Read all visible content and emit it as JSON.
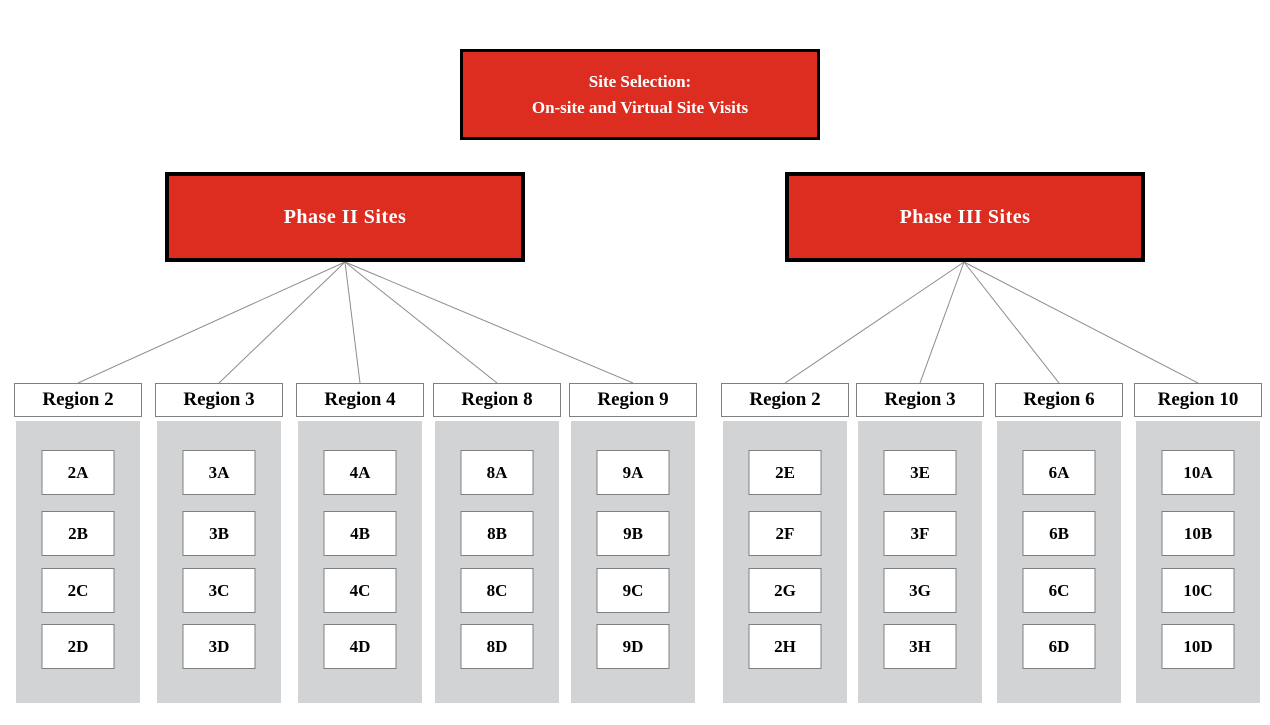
{
  "colors": {
    "node_red": "#DD2D21",
    "node_border_black": "#000000",
    "column_gray": "#D1D3D4",
    "box_border_gray": "#7F7F7F",
    "connector_gray": "#8C8C8C"
  },
  "root_node": {
    "line1": "Site Selection:",
    "line2": "On-site and Virtual Site Visits"
  },
  "phases": [
    {
      "label": "Phase II Sites",
      "regions": [
        {
          "label": "Region 2",
          "sites": [
            "2A",
            "2B",
            "2C",
            "2D"
          ]
        },
        {
          "label": "Region 3",
          "sites": [
            "3A",
            "3B",
            "3C",
            "3D"
          ]
        },
        {
          "label": "Region 4",
          "sites": [
            "4A",
            "4B",
            "4C",
            "4D"
          ]
        },
        {
          "label": "Region 8",
          "sites": [
            "8A",
            "8B",
            "8C",
            "8D"
          ]
        },
        {
          "label": "Region 9",
          "sites": [
            "9A",
            "9B",
            "9C",
            "9D"
          ]
        }
      ]
    },
    {
      "label": "Phase III Sites",
      "regions": [
        {
          "label": "Region 2",
          "sites": [
            "2E",
            "2F",
            "2G",
            "2H"
          ]
        },
        {
          "label": "Region 3",
          "sites": [
            "3E",
            "3F",
            "3G",
            "3H"
          ]
        },
        {
          "label": "Region 6",
          "sites": [
            "6A",
            "6B",
            "6C",
            "6D"
          ]
        },
        {
          "label": "Region 10",
          "sites": [
            "10A",
            "10B",
            "10C",
            "10D"
          ]
        }
      ]
    }
  ]
}
